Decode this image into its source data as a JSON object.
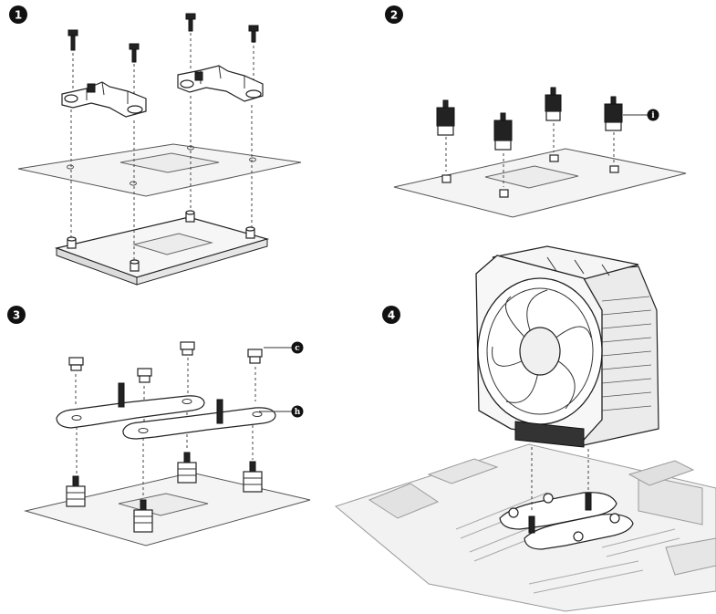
{
  "steps": [
    {
      "number": "1"
    },
    {
      "number": "2"
    },
    {
      "number": "3"
    },
    {
      "number": "4"
    }
  ],
  "callouts": {
    "standoff": "i",
    "nut": "c",
    "bracket": "h"
  },
  "colors": {
    "line": "#222222",
    "board_fill": "#f4f4f4",
    "motherboard_fill": "#f0f0f0",
    "badge_fill": "#111111"
  }
}
